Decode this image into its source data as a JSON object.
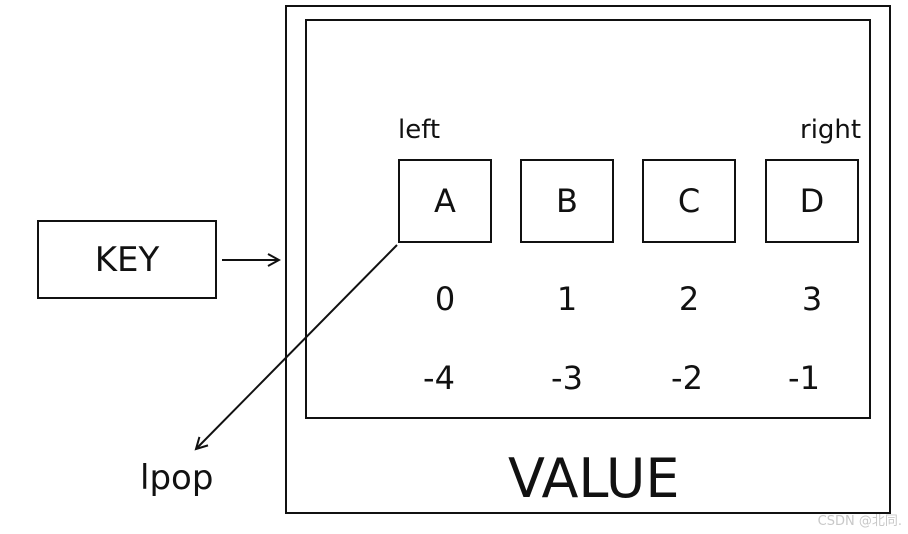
{
  "key": {
    "label": "KEY"
  },
  "value": {
    "label": "VALUE"
  },
  "list": {
    "left_label": "left",
    "right_label": "right",
    "nodes": [
      {
        "label": "A",
        "index": "0",
        "neg_index": "-4"
      },
      {
        "label": "B",
        "index": "1",
        "neg_index": "-3"
      },
      {
        "label": "C",
        "index": "2",
        "neg_index": "-2"
      },
      {
        "label": "D",
        "index": "3",
        "neg_index": "-1"
      }
    ]
  },
  "operation": {
    "label": "lpop"
  },
  "watermark": "CSDN @北同."
}
